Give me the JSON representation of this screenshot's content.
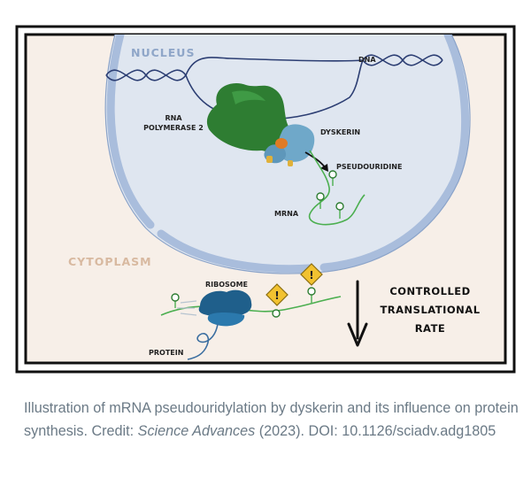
{
  "diagram": {
    "labels": {
      "nucleus": "NUCLEUS",
      "dna": "DNA",
      "rna_polymerase_line1": "RNA",
      "rna_polymerase_line2": "POLYMERASE 2",
      "dyskerin": "DYSKERIN",
      "pseudouridine": "PSEUDOURIDINE",
      "mrna": "MRNA",
      "cytoplasm": "CYTOPLASM",
      "ribosome": "RIBOSOME",
      "protein": "PROTEIN",
      "controlled_line1": "CONTROLLED",
      "controlled_line2": "TRANSLATIONAL",
      "controlled_line3": "RATE",
      "warning_symbol": "!"
    },
    "colors": {
      "frame": "#111111",
      "background": "#f7efe8",
      "nucleus_fill": "#dfe6f0",
      "nuclear_envelope": "#a9bddc",
      "dna": "#2c3e73",
      "polymerase": "#2e7d32",
      "dyskerin": "#6fa8c9",
      "mrna": "#4caf50",
      "warning": "#f2c230",
      "ribosome": "#1f5f8b"
    }
  },
  "caption": {
    "text_before": "Illustration of mRNA pseudouridylation by dyskerin and its influence on protein synthesis. Credit: ",
    "journal": "Science Advances",
    "text_after": " (2023). DOI: 10.1126/sciadv.adg1805"
  }
}
